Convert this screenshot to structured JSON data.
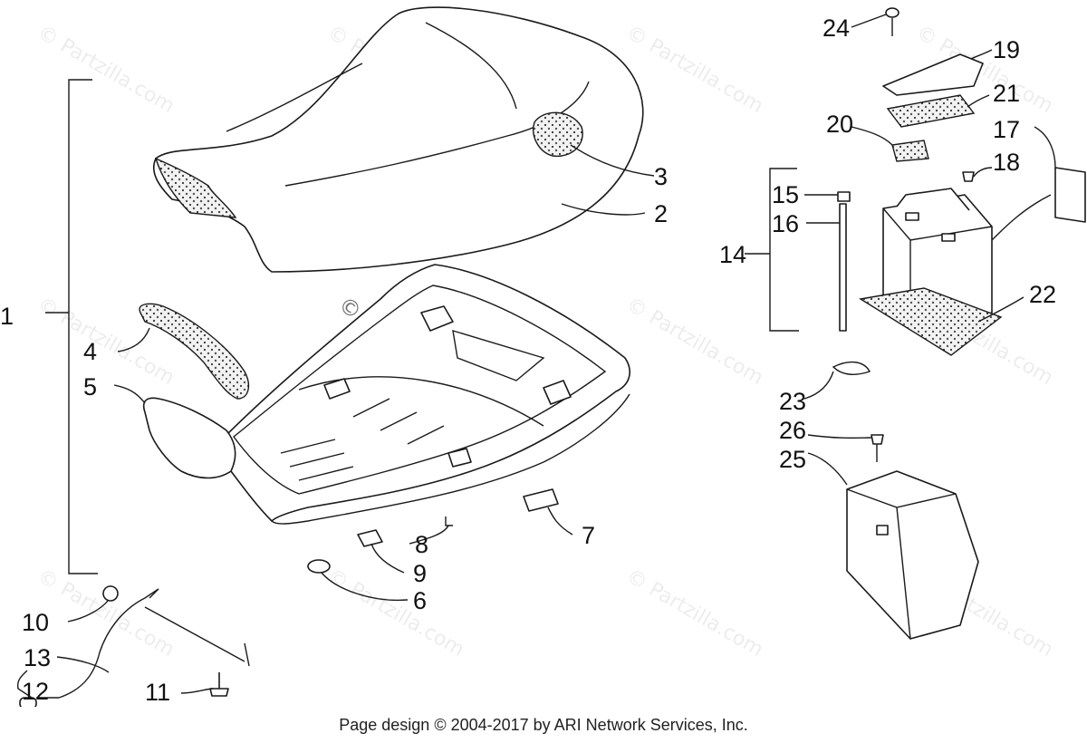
{
  "diagram": {
    "callouts": [
      "1",
      "2",
      "3",
      "4",
      "5",
      "6",
      "7",
      "8",
      "9",
      "10",
      "11",
      "12",
      "13",
      "14",
      "15",
      "16",
      "17",
      "18",
      "19",
      "20",
      "21",
      "22",
      "23",
      "24",
      "25",
      "26"
    ],
    "watermarks": [
      "© Partzilla.com",
      "© Partzilla.com"
    ],
    "footer": "Page design © 2004-2017 by ARI Network Services, Inc."
  }
}
